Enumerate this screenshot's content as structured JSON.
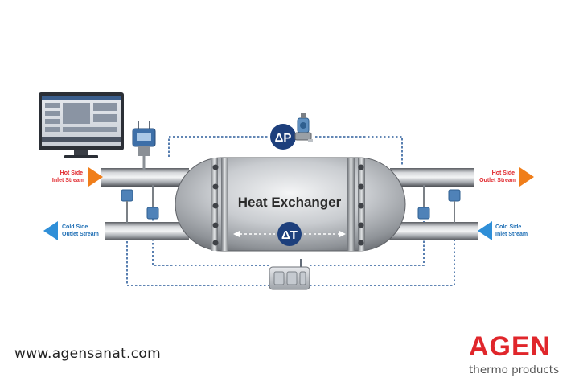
{
  "diagram": {
    "main_label": "Heat Exchanger",
    "dp_label": "ΔP",
    "dt_label": "ΔT",
    "hot_inlet": [
      "Hot Side",
      "Inlet Stream"
    ],
    "hot_outlet": [
      "Hot Side",
      "Outlet Stream"
    ],
    "cold_outlet": [
      "Cold Side",
      "Outlet Stream"
    ],
    "cold_inlet": [
      "Cold Side",
      "Inlet Stream"
    ]
  },
  "colors": {
    "hot": "#e0262b",
    "cold": "#1f6fb5",
    "hot_arrow": "#f07e1a",
    "cold_arrow": "#2f8fd8",
    "badge": "#1d3f7c",
    "wiring": "#2f5f9c",
    "brand": "#e0262b"
  },
  "footer": {
    "website": "www.agensanat.com",
    "brand": "AGEN",
    "tagline": "thermo products"
  }
}
